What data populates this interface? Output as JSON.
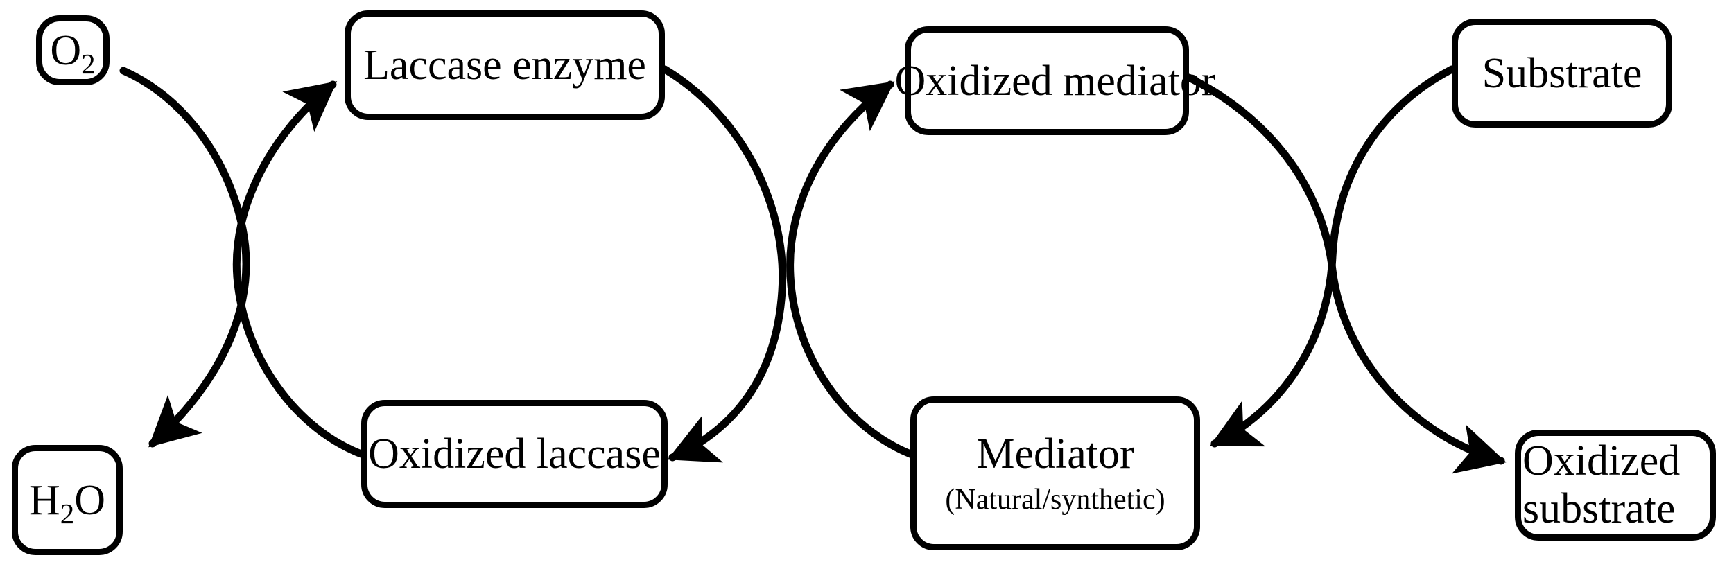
{
  "diagram": {
    "title": "Laccase mediator catalytic cycle",
    "type": "cycle-diagram",
    "background_color": "#ffffff",
    "stroke_color": "#000000"
  },
  "nodes": {
    "oxygen": {
      "label": "O",
      "subscript": "2"
    },
    "water": {
      "label_pre": "H",
      "subscript": "2",
      "label_post": "O"
    },
    "laccase_enzyme": {
      "label": "Laccase enzyme"
    },
    "oxidized_laccase": {
      "label": "Oxidized laccase"
    },
    "oxidized_mediator": {
      "label": "Oxidized mediator"
    },
    "mediator": {
      "label": "Mediator",
      "sublabel": "(Natural/synthetic)"
    },
    "substrate": {
      "label": "Substrate"
    },
    "oxidized_substrate": {
      "line1": "Oxidized",
      "line2": "substrate"
    }
  },
  "edges": [
    {
      "name": "o2-to-crossing",
      "from": "oxygen",
      "to": "water",
      "arrowhead": true
    },
    {
      "name": "oxidized-laccase-to-laccase",
      "from": "oxidized_laccase",
      "to": "laccase_enzyme",
      "arrowhead": true
    },
    {
      "name": "laccase-to-oxidized-laccase",
      "from": "laccase_enzyme",
      "to": "oxidized_laccase",
      "arrowhead": true
    },
    {
      "name": "mediator-to-oxidized-mediator",
      "from": "mediator",
      "to": "oxidized_mediator",
      "arrowhead": true
    },
    {
      "name": "substrate-to-mediator",
      "from": "substrate",
      "to": "mediator",
      "arrowhead": true
    },
    {
      "name": "oxmediator-to-oxsubstrate",
      "from": "oxidized_mediator",
      "to": "oxidized_substrate",
      "arrowhead": true
    }
  ]
}
